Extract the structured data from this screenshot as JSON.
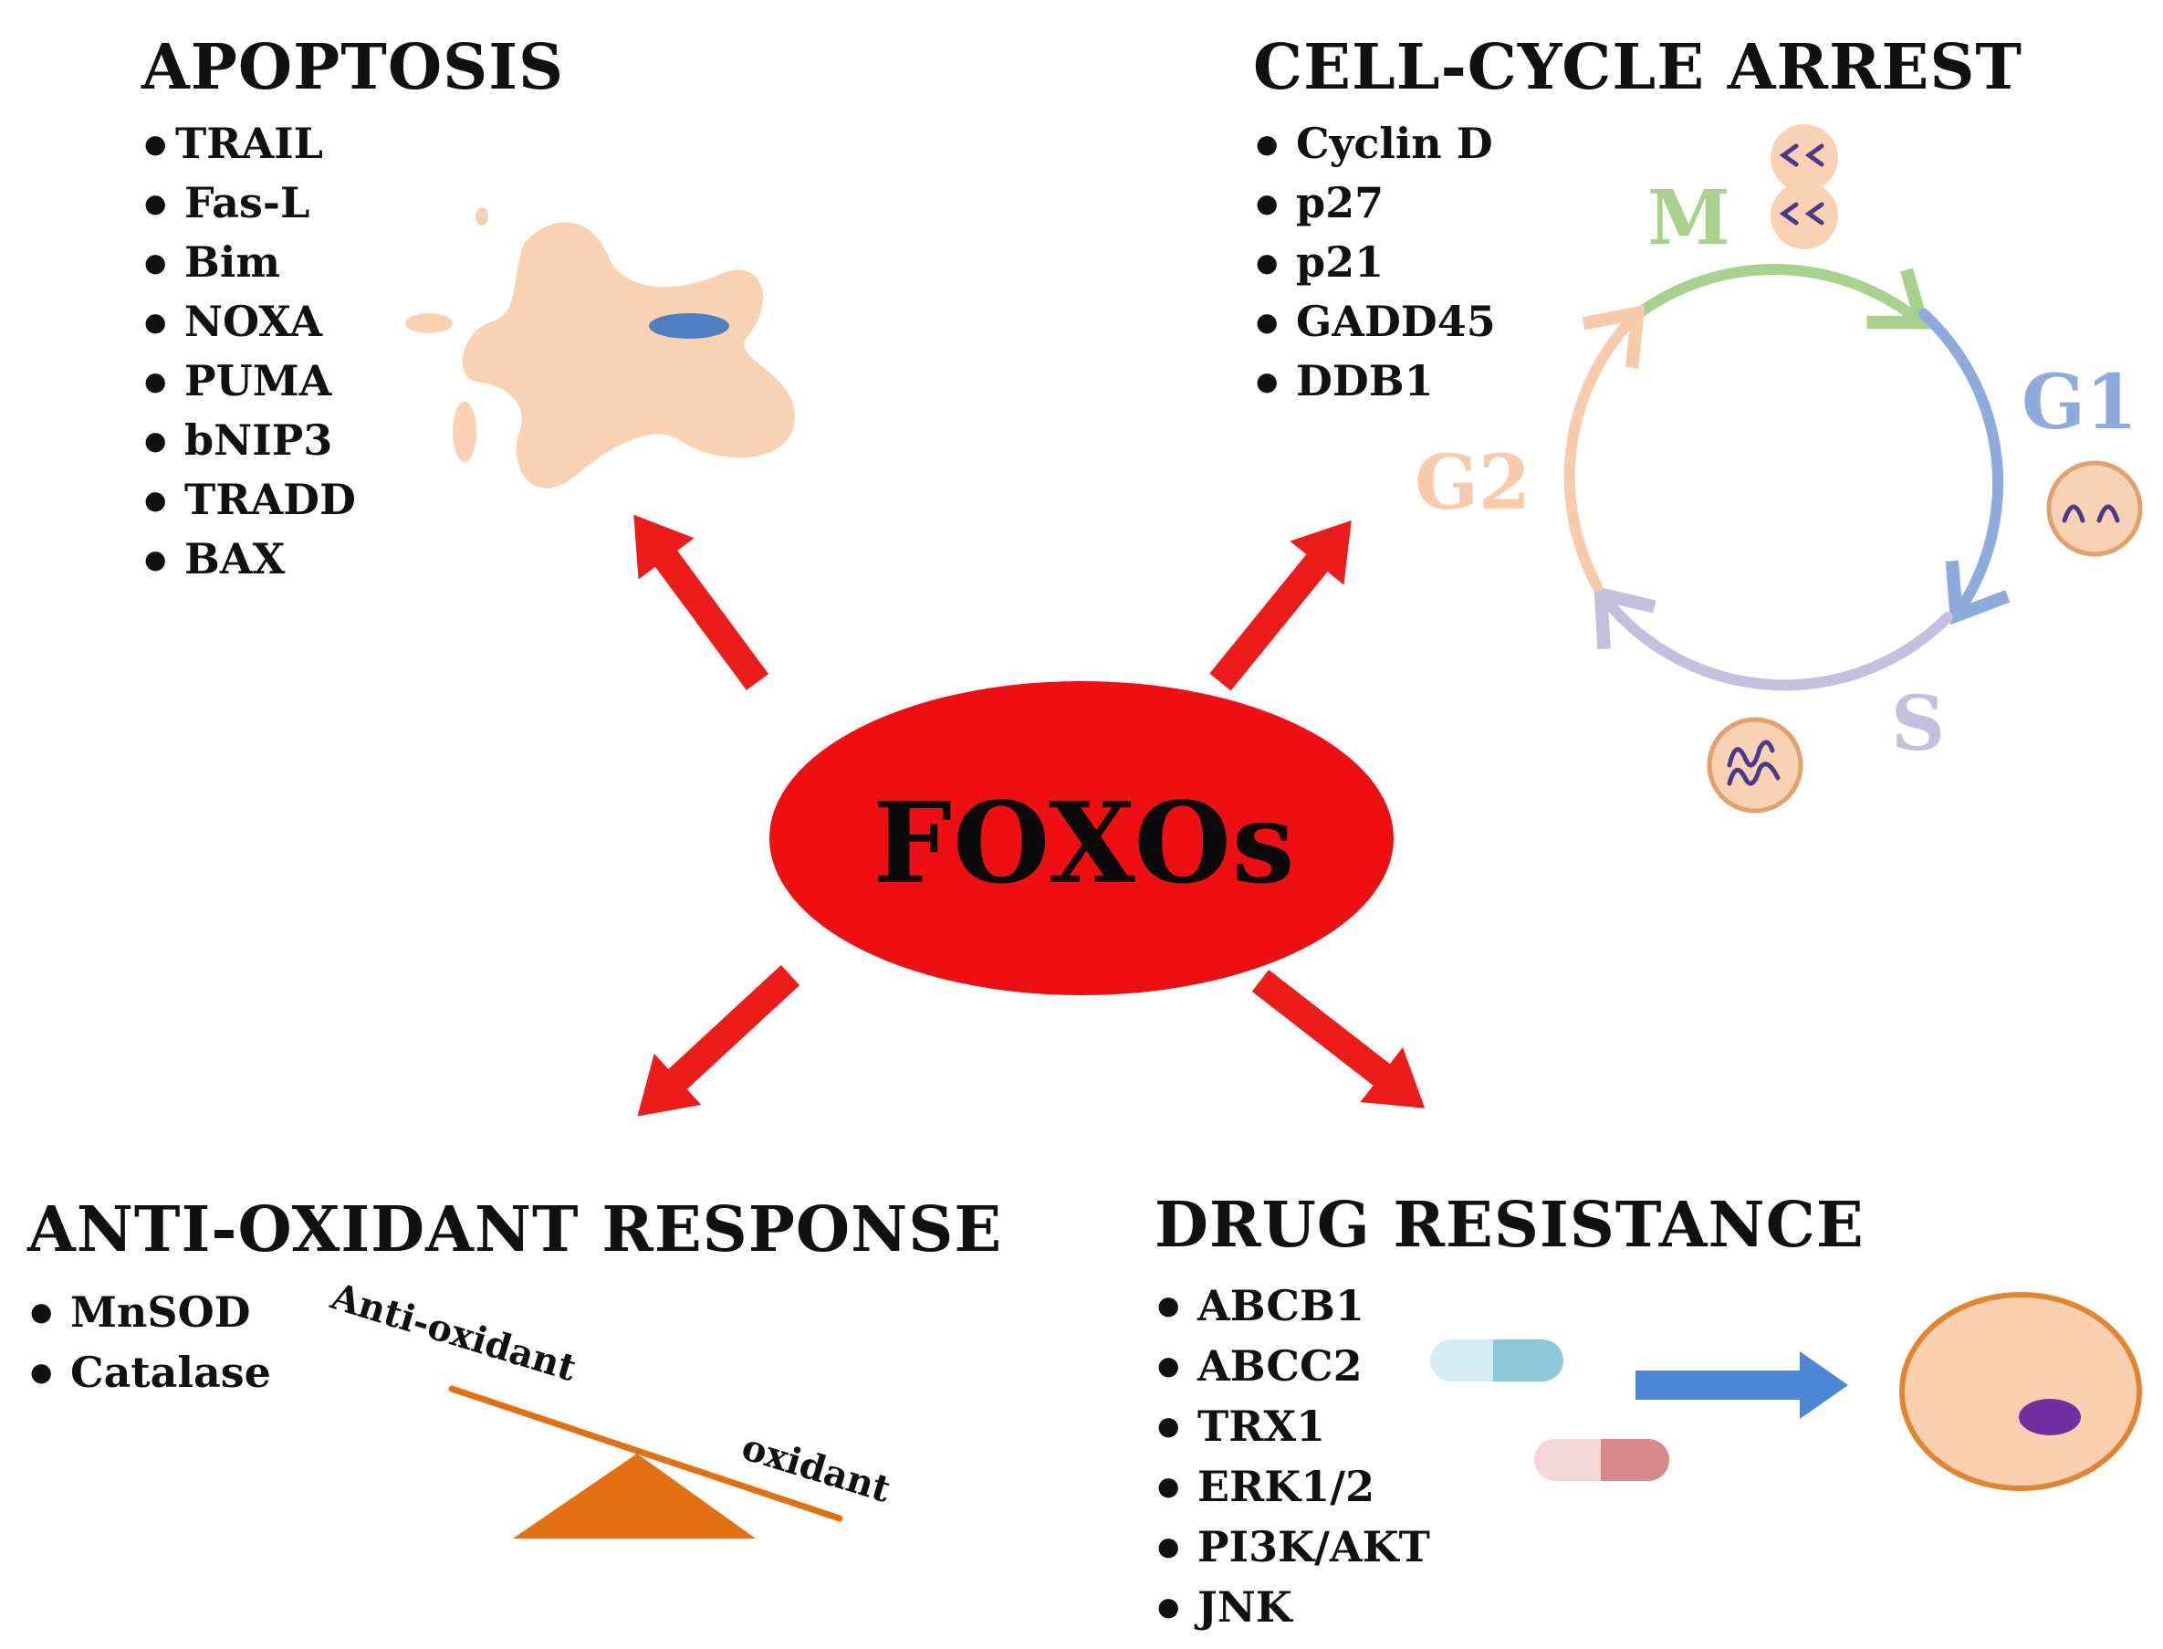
{
  "center": {
    "label": "FOXOs"
  },
  "apoptosis": {
    "title": "APOPTOSIS",
    "items": [
      "TRAIL",
      "Fas-L",
      "Bim",
      "NOXA",
      "PUMA",
      "bNIP3",
      "TRADD",
      "BAX"
    ]
  },
  "cell_cycle": {
    "title": "CELL-CYCLE ARREST",
    "items": [
      "Cyclin D",
      "p27",
      "p21",
      "GADD45",
      "DDB1"
    ],
    "phases": {
      "m": "M",
      "g1": "G1",
      "s": "S",
      "g2": "G2"
    }
  },
  "antioxidant": {
    "title": "ANTI-OXIDANT RESPONSE",
    "items": [
      "MnSOD",
      "Catalase"
    ],
    "scale": {
      "left": "Anti-oxidant",
      "right": "oxidant"
    }
  },
  "drug_resistance": {
    "title": "DRUG RESISTANCE",
    "items": [
      "ABCB1",
      "ABCC2",
      "TRX1",
      "ERK1/2",
      "PI3K/AKT",
      "JNK"
    ]
  },
  "colors": {
    "foxo_red": "#ee0f12",
    "arrow_red": "#ee1b1b",
    "cell_peach": "#f9d2b4",
    "nucleus_blue": "#4e7fc1",
    "phase_m": "#a9d18e",
    "phase_g1": "#8faadc",
    "phase_s": "#c6bedd",
    "phase_g2": "#f8cbad",
    "chromosome": "#4a3a8c",
    "seesaw_orange": "#e26f12",
    "pill_blue": "#8dc8d9",
    "pill_red": "#d9888c",
    "drug_arrow": "#4e86d6",
    "drug_cell_fill": "#f9d1b0",
    "drug_cell_stroke": "#e2852e",
    "drug_nucleus": "#7030a0"
  }
}
